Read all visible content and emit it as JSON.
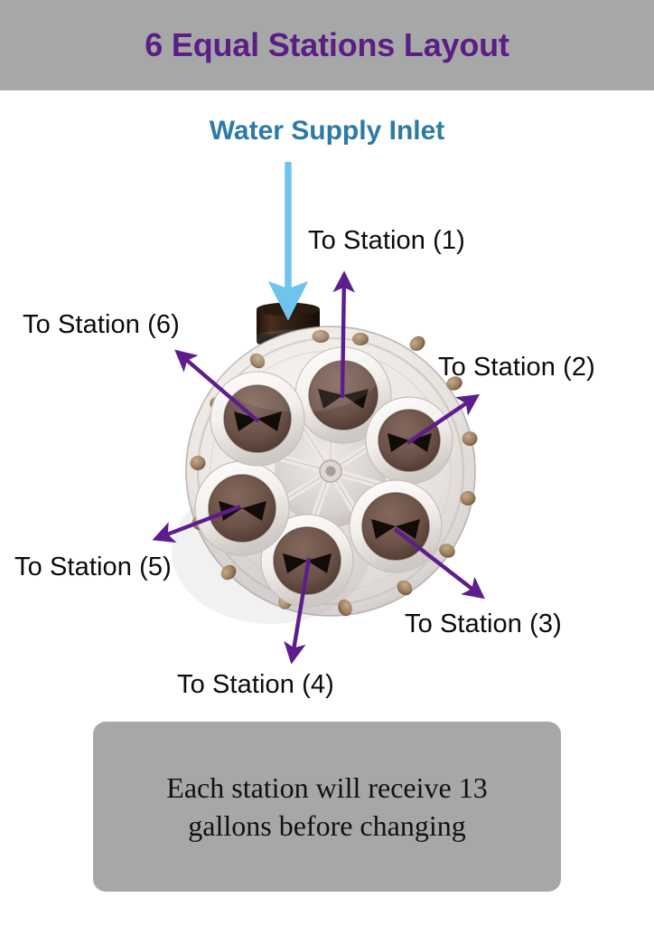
{
  "header": {
    "title": "6 Equal Stations Layout",
    "background_color": "#A6A8A8",
    "title_color": "#5B1E85"
  },
  "inlet": {
    "label": "Water Supply Inlet",
    "label_color": "#2B7BA6",
    "arrow_color": "#6FC4EC",
    "arrow_direction": "down"
  },
  "stations": [
    {
      "label": "To Station (1)",
      "position": "top",
      "arrow_direction": "up"
    },
    {
      "label": "To Station (2)",
      "position": "upper-right",
      "arrow_direction": "upper-right"
    },
    {
      "label": "To Station (3)",
      "position": "lower-right",
      "arrow_direction": "lower-right"
    },
    {
      "label": "To Station (4)",
      "position": "bottom",
      "arrow_direction": "down"
    },
    {
      "label": "To Station (5)",
      "position": "lower-left",
      "arrow_direction": "lower-left"
    },
    {
      "label": "To Station (6)",
      "position": "upper-left",
      "arrow_direction": "upper-left"
    }
  ],
  "callout_arrow_color": "#5E1D8C",
  "manifold": {
    "description": "6-port water distribution manifold, top view",
    "port_count": 6,
    "body_color": "#EDE9E5",
    "port_bore_color": "#6B5248",
    "inlet_cap_color": "#2E1A13",
    "bolt_color": "#9C8064"
  },
  "footer": {
    "note": "Each station will receive 13 gallons before changing",
    "background_color": "#A6A8A8"
  }
}
